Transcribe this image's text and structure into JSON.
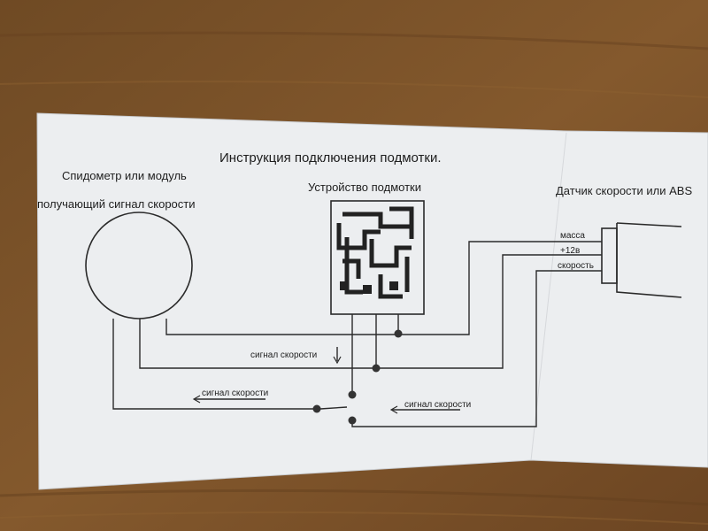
{
  "diagram": {
    "title": "Инструкция подключения подмотки.",
    "speedometer_label_line1": "Спидометр или модуль",
    "speedometer_label_line2": "получающий сигнал скорости",
    "device_label": "Устройство подмотки",
    "sensor_label": "Датчик скорости или ABS",
    "pin_ground": "масса",
    "pin_power": "+12в",
    "pin_speed": "скорость",
    "signal_label_1": "сигнал скорости",
    "signal_label_2": "сигнал скорости",
    "signal_label_3": "сигнал скорости"
  },
  "colors": {
    "paper": "#eef0f2",
    "ink": "#2a2a2a",
    "wood": "#7a5128"
  }
}
